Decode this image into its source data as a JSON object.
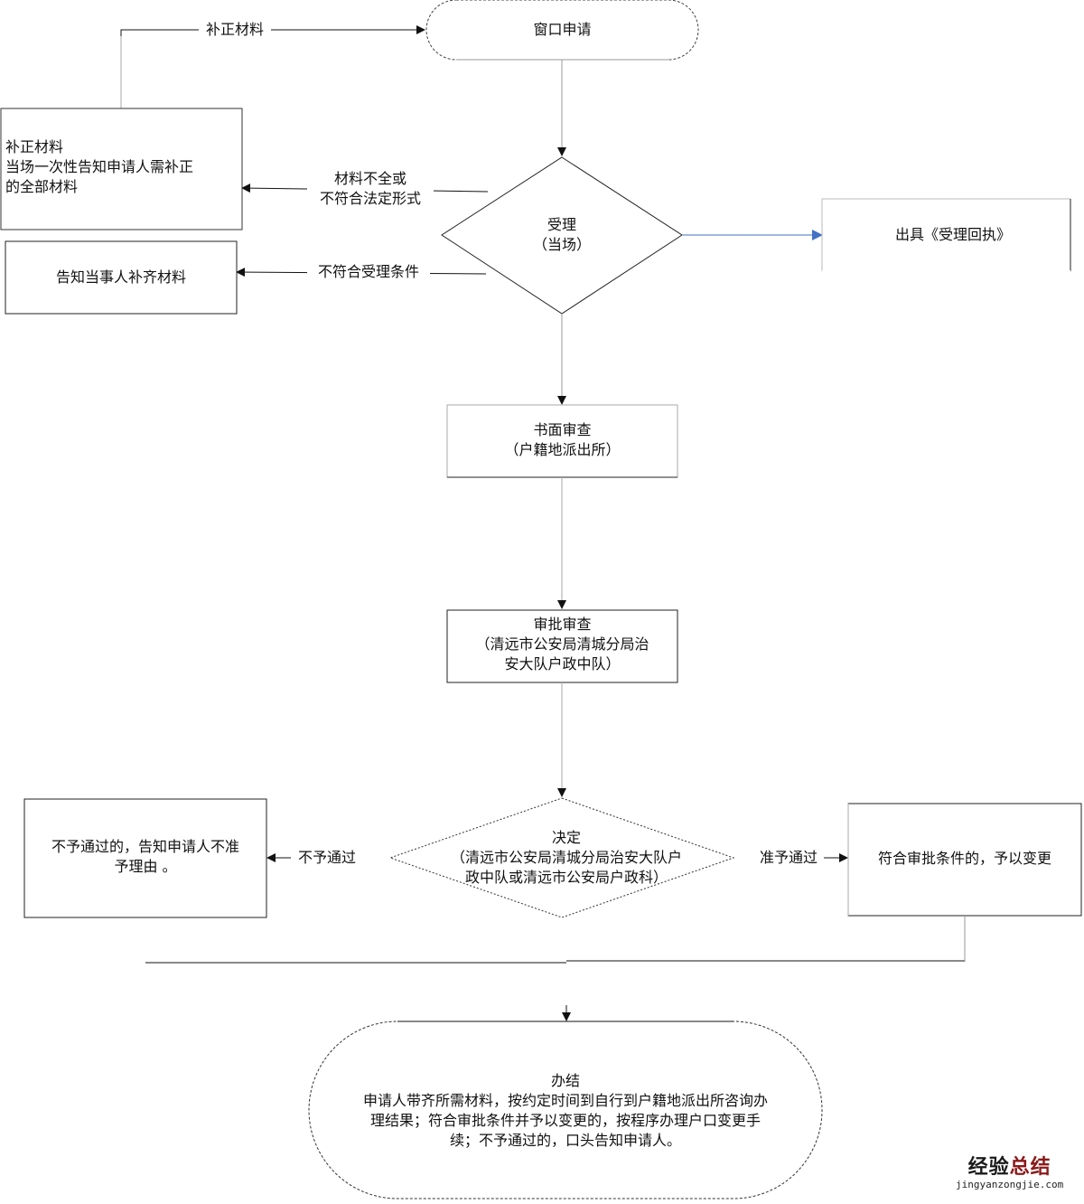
{
  "nodes": {
    "window_apply": {
      "text": "窗口申请"
    },
    "accept": {
      "text": "受理\n（当场）"
    },
    "supplement": {
      "text": "补正材料\n当场一次性告知申请人需补正\n的全部材料"
    },
    "notify_supplement": {
      "text": "告知当事人补齐材料"
    },
    "receipt": {
      "text": "出具《受理回执》"
    },
    "written_review": {
      "text": "书面审查\n（户籍地派出所）"
    },
    "approval_review": {
      "text": "审批审查\n（清远市公安局清城分局治\n安大队户政中队）"
    },
    "decision": {
      "text": "决定\n（清远市公安局清城分局治安大队户\n政中队或清远市公安局户政科）"
    },
    "reject": {
      "text": "不予通过的，告知申请人不准\n予理由 。"
    },
    "approve": {
      "text": "符合审批条件的，予以变更"
    },
    "complete": {
      "text": "办结\n申请人带齐所需材料，按约定时间到自行到户籍地派出所咨询办\n理结果；符合审批条件并予以变更的，按程序办理户口变更手\n续；不予通过的，口头告知申请人。"
    }
  },
  "edges": {
    "resubmit": {
      "text": "补正材料"
    },
    "incomplete": {
      "text": "材料不全或\n不符合法定形式"
    },
    "not_eligible": {
      "text": "不符合受理条件"
    },
    "rejected": {
      "text": "不予通过"
    },
    "approved": {
      "text": "准予通过"
    }
  },
  "colors": {
    "line": "#111111",
    "light_line": "#9a9a9a",
    "blue_arrow": "#4472c4",
    "watermark_dark": "#1a1a1a",
    "watermark_red": "#8b1a1a"
  },
  "watermark": {
    "cn_part1": "经验",
    "cn_part2": "总结",
    "url": "jingyanzongjie.com"
  }
}
